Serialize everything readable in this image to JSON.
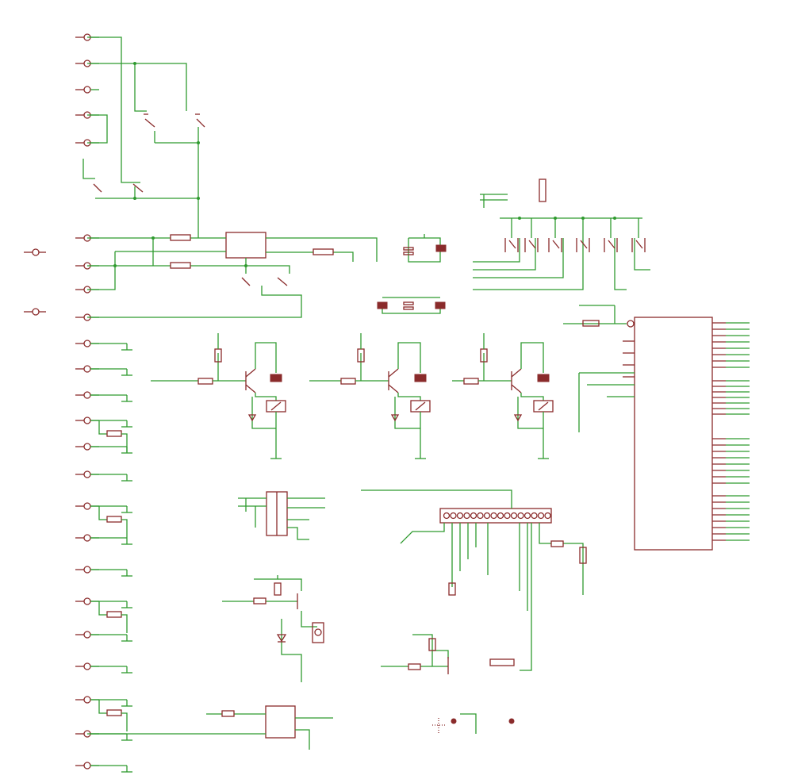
{
  "schematic": {
    "colors": {
      "wire": "#2f9a2f",
      "symbol": "#8a2b2b",
      "background": "#ffffff"
    },
    "mcu": {
      "part_label": "",
      "ref_label": ""
    },
    "connector_count": 29,
    "relay_stage_count": 3,
    "switch_count": 6
  }
}
